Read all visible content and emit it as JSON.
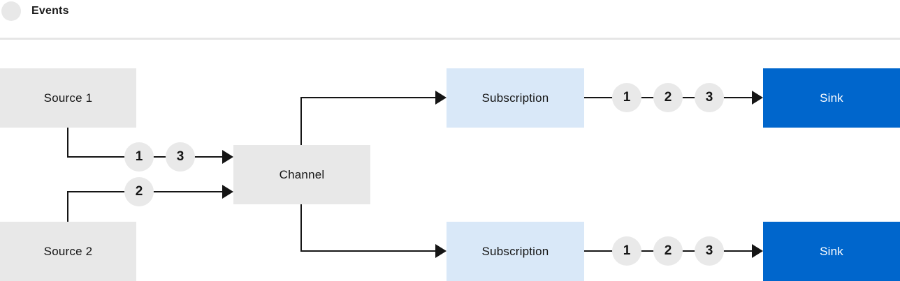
{
  "legend": {
    "label": "Events",
    "icon": "event-circle-icon"
  },
  "diagram": {
    "source1": {
      "label": "Source 1"
    },
    "source2": {
      "label": "Source 2"
    },
    "channel": {
      "label": "Channel"
    },
    "subscription_top": {
      "label": "Subscription"
    },
    "subscription_bottom": {
      "label": "Subscription"
    },
    "sink_top": {
      "label": "Sink"
    },
    "sink_bottom": {
      "label": "Sink"
    },
    "events_from_source1": [
      "1",
      "3"
    ],
    "events_from_source2": [
      "2"
    ],
    "events_to_sink_top": [
      "1",
      "2",
      "3"
    ],
    "events_to_sink_bottom": [
      "1",
      "2",
      "3"
    ]
  },
  "colors": {
    "node_gray": "#e8e8e8",
    "subscription_blue": "#d9e8f8",
    "sink_blue": "#0066cc",
    "sink_text": "#ffffff",
    "connector_dark": "#151515",
    "event_circle_gray": "#e9e9e9",
    "divider_gray": "#e6e6e6",
    "text_dark": "#151515"
  }
}
